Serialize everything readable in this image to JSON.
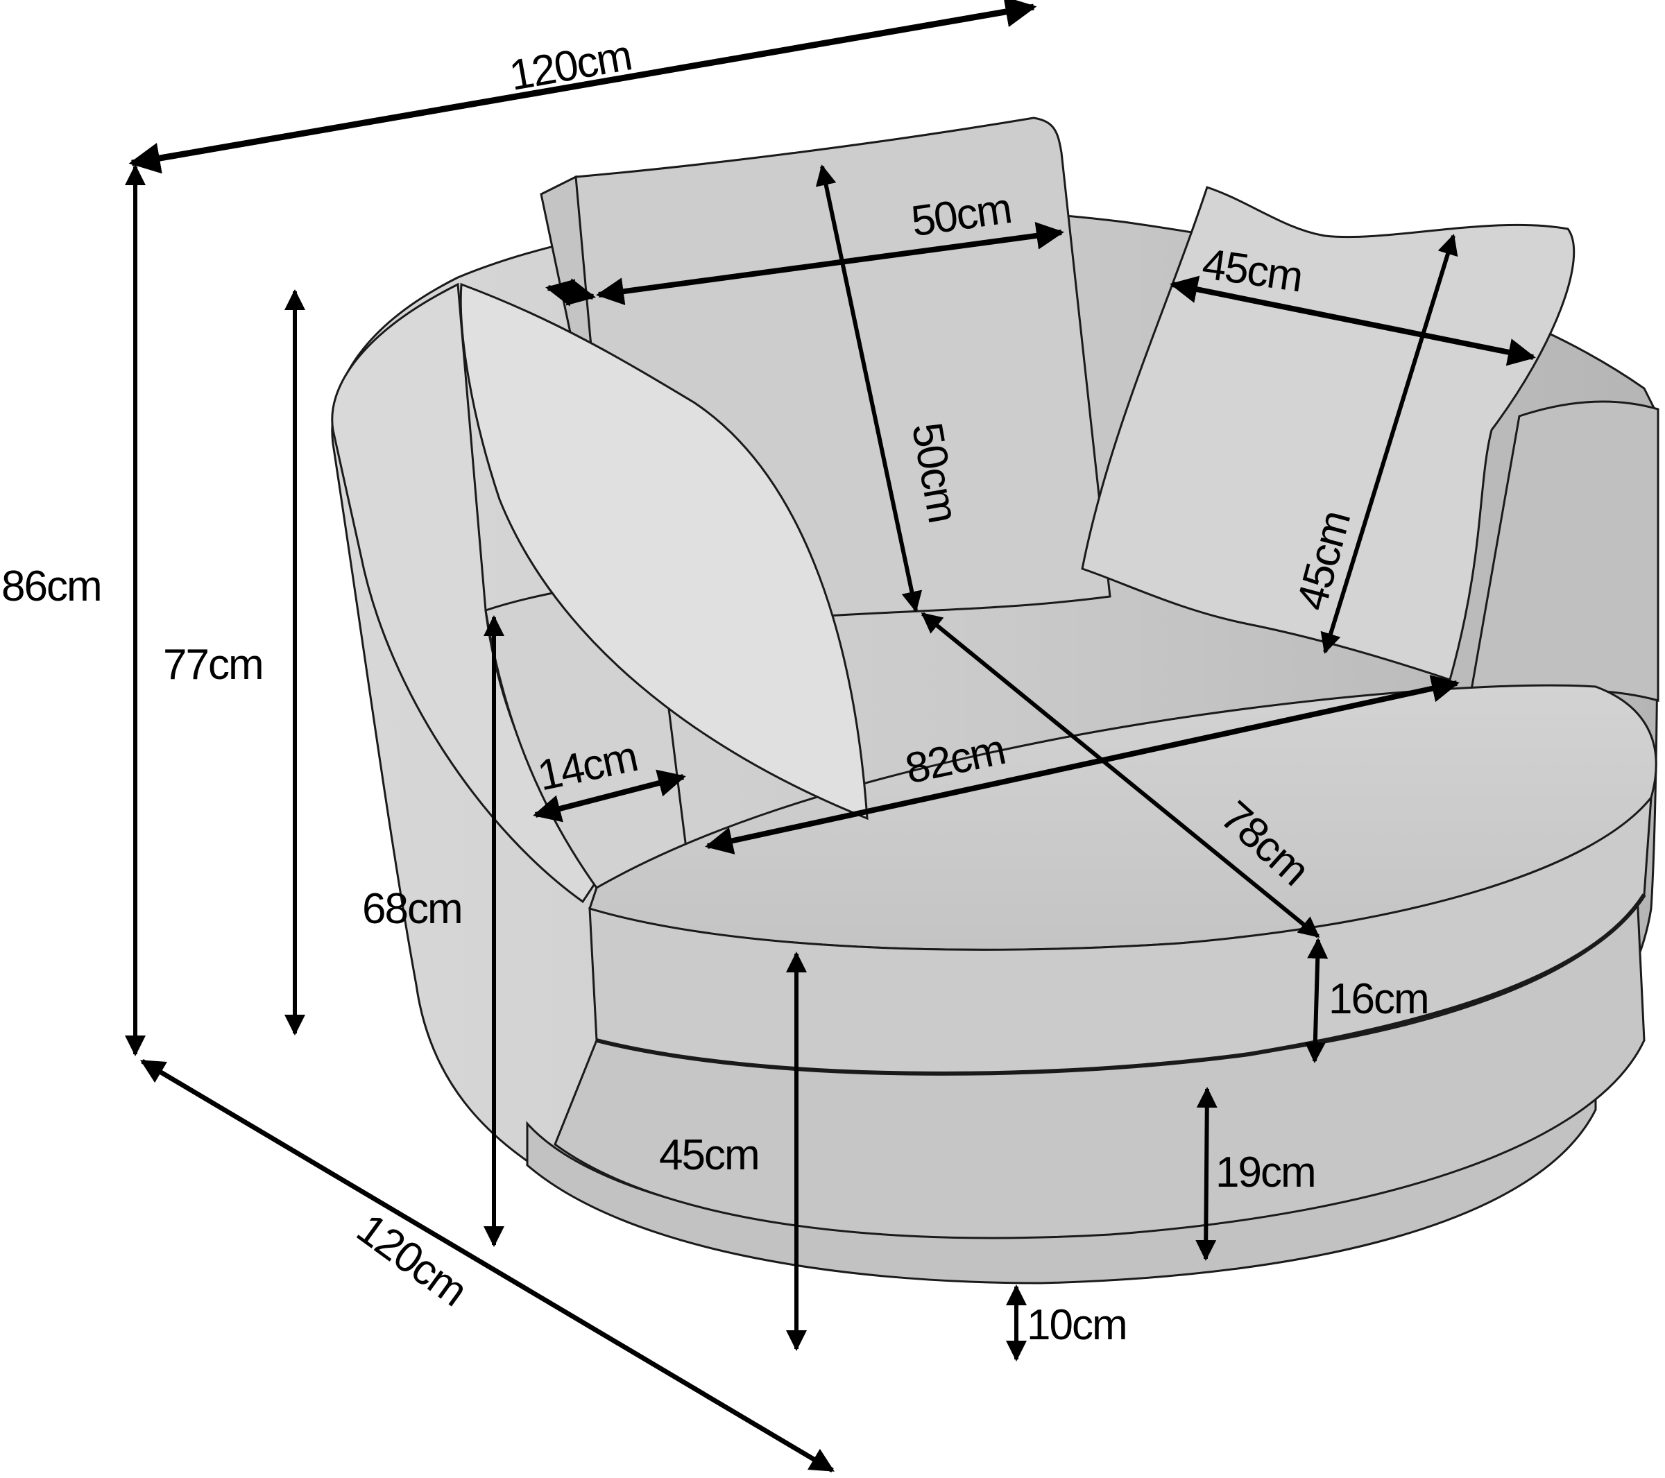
{
  "diagram": {
    "subject": "Round swivel armchair with cushions",
    "colors": {
      "background": "#ffffff",
      "upholstery": "#cfcfcf",
      "upholstery_light": "#dcdcdc",
      "upholstery_dark": "#b8b8b8",
      "outline": "#1a1a1a",
      "dimension_line": "#000000"
    },
    "dimensions": {
      "overall_width": "120cm",
      "overall_depth": "120cm",
      "overall_height": "86cm",
      "back_height": "77cm",
      "arm_height": "68cm",
      "arm_width": "14cm",
      "seat_height": "45cm",
      "back_cushion_width": "50cm",
      "back_cushion_height": "50cm",
      "scatter_cushion_width": "45cm",
      "scatter_cushion_height": "45cm",
      "seat_width": "82cm",
      "seat_depth": "78cm",
      "seat_cushion_thickness": "16cm",
      "base_band_height": "19cm",
      "plinth_height": "10cm"
    }
  }
}
